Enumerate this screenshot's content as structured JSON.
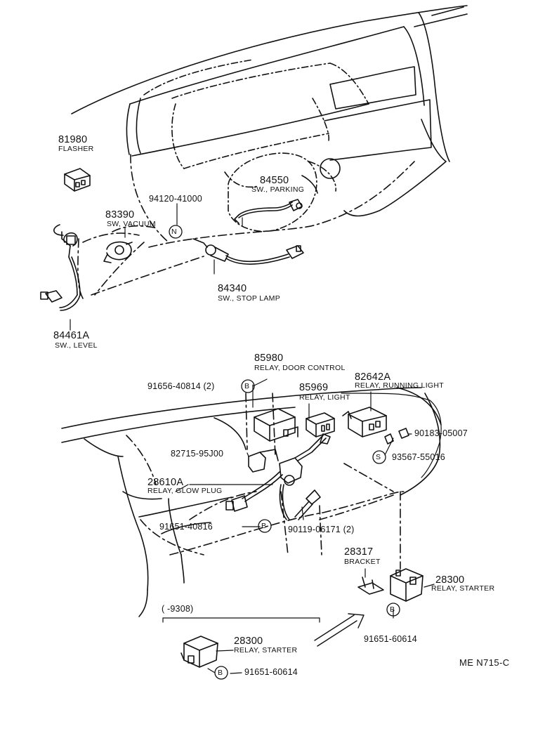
{
  "diagram_code": "ME N715-C",
  "parts": {
    "p81980": {
      "number": "81980",
      "name": "FLASHER"
    },
    "p84550": {
      "number": "84550",
      "name": "SW., PARKING"
    },
    "p94120": {
      "number": "94120-41000",
      "marker": "N"
    },
    "p83390": {
      "number": "83390",
      "name": "SW, VACUUM"
    },
    "p84340": {
      "number": "84340",
      "name": "SW., STOP LAMP"
    },
    "p84461A": {
      "number": "84461A",
      "name": "SW., LEVEL"
    },
    "p85980": {
      "number": "85980",
      "name": "RELAY, DOOR CONTROL"
    },
    "p91656": {
      "number": "91656-40814 (2)",
      "marker": "B"
    },
    "p85969": {
      "number": "85969",
      "name": "RELAY, LIGHT"
    },
    "p82642A": {
      "number": "82642A",
      "name": "RELAY, RUNNING LIGHT"
    },
    "p90183": {
      "number": "90183-05007"
    },
    "p82715": {
      "number": "82715-95J00"
    },
    "p93567": {
      "number": "93567-55016",
      "marker": "S"
    },
    "p28610A": {
      "number": "28610A",
      "name": "RELAY, GLOW PLUG"
    },
    "p91651a": {
      "number": "91651-40816",
      "marker": "B"
    },
    "p90119": {
      "number": "90119-06171 (2)"
    },
    "p28317": {
      "number": "28317",
      "name": "BRACKET"
    },
    "p28300a": {
      "number": "28300",
      "name": "RELAY, STARTER"
    },
    "p91651b": {
      "number": "91651-60614",
      "marker": "B"
    },
    "p28300b": {
      "number": "28300",
      "name": "RELAY, STARTER"
    },
    "p91651c": {
      "number": "91651-60614",
      "marker": "B"
    },
    "range": {
      "text": "( -9308)"
    }
  }
}
